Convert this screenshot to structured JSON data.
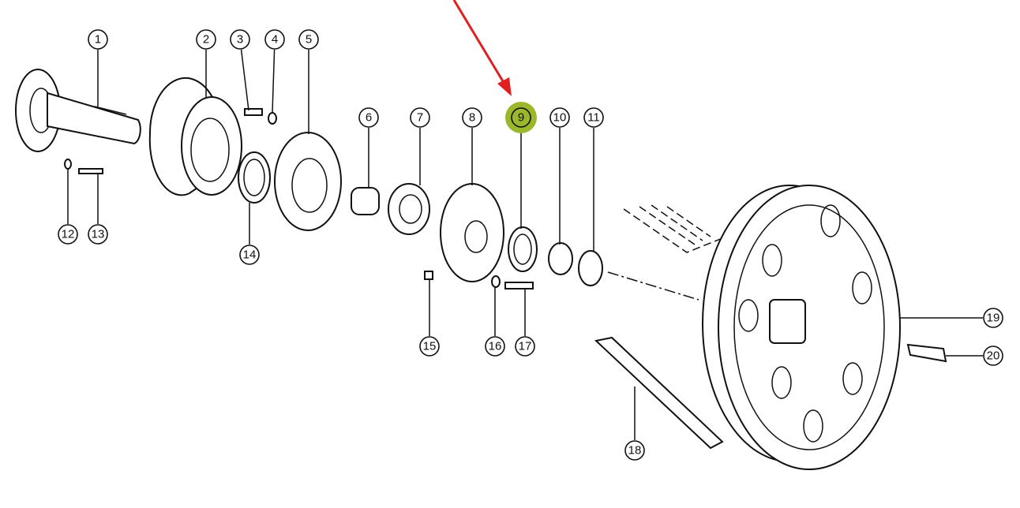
{
  "diagram": {
    "title": "",
    "highlighted_part": "9",
    "highlight_color": "#9bb82c",
    "arrow_color": "#e02020",
    "parts": [
      {
        "label": "1"
      },
      {
        "label": "2"
      },
      {
        "label": "3"
      },
      {
        "label": "4"
      },
      {
        "label": "5"
      },
      {
        "label": "6"
      },
      {
        "label": "7"
      },
      {
        "label": "8"
      },
      {
        "label": "9"
      },
      {
        "label": "10"
      },
      {
        "label": "11"
      },
      {
        "label": "12"
      },
      {
        "label": "13"
      },
      {
        "label": "14"
      },
      {
        "label": "15"
      },
      {
        "label": "16"
      },
      {
        "label": "17"
      },
      {
        "label": "18"
      },
      {
        "label": "19"
      },
      {
        "label": "20"
      }
    ]
  }
}
